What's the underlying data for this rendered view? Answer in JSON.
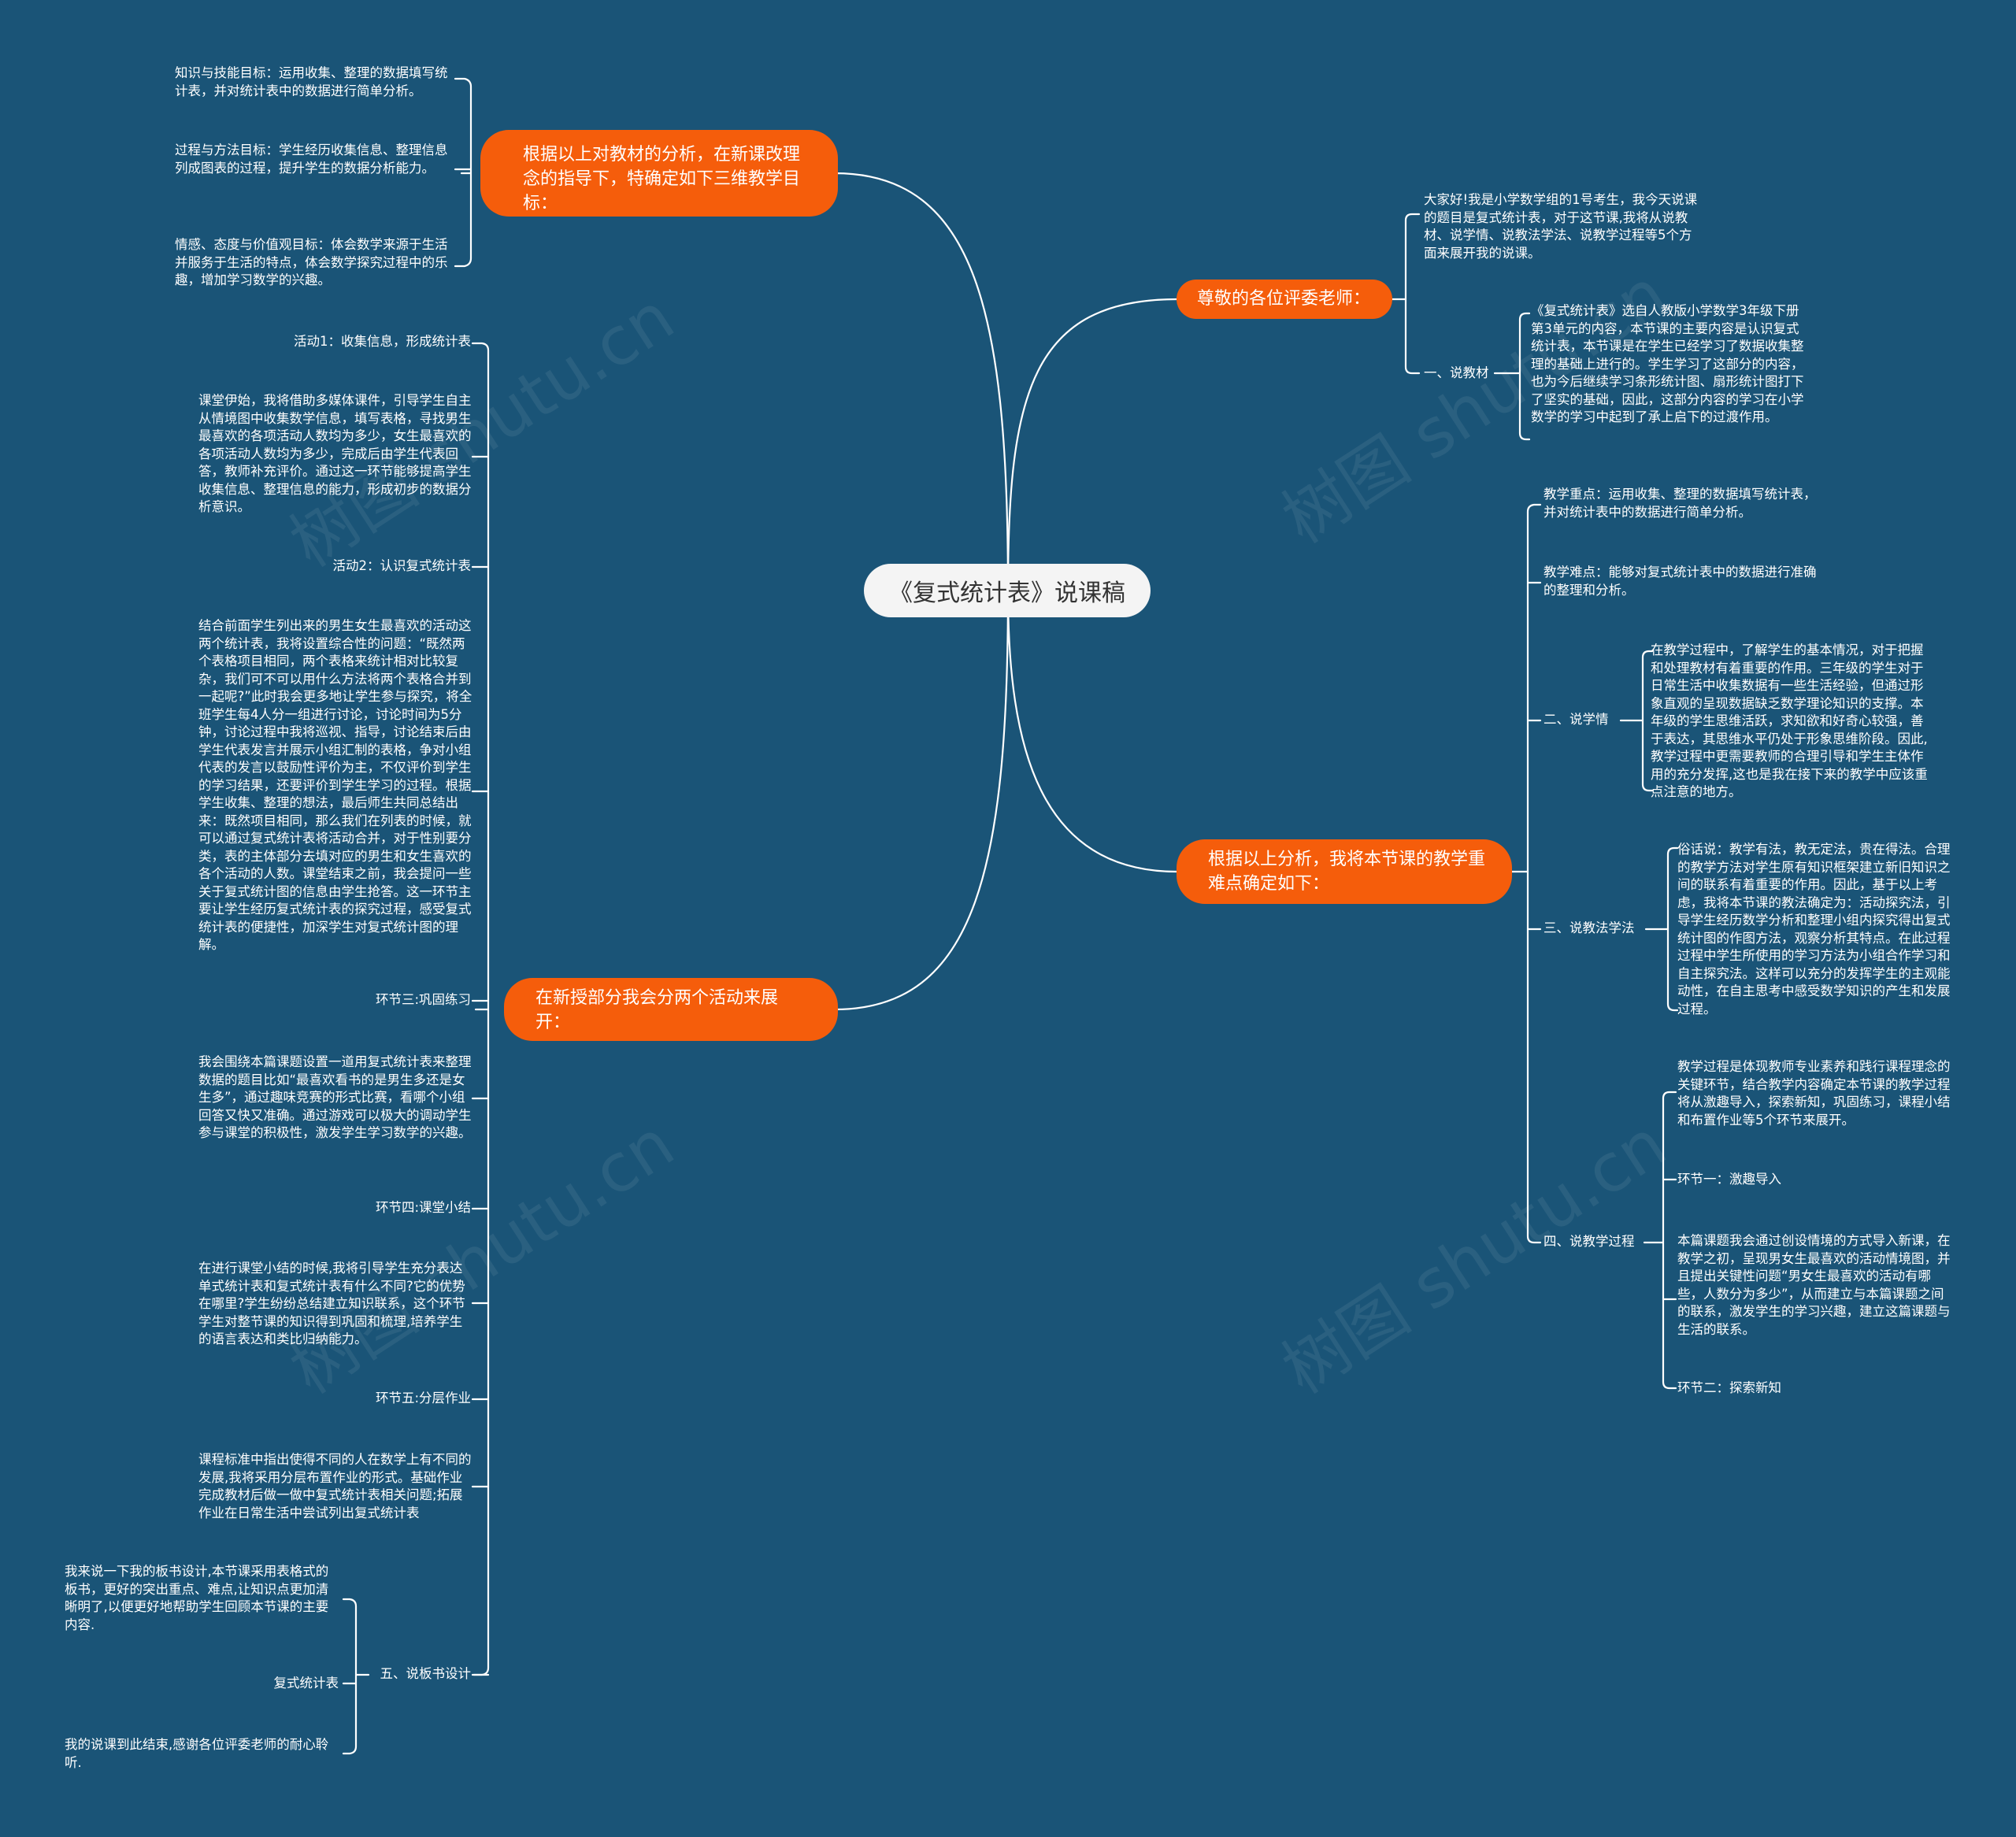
{
  "root": "《复式统计表》说课稿",
  "watermark": "树图 shutu.cn",
  "colors": {
    "background": "#1a5477",
    "topic": "#f55d0b",
    "root": "#f4f4f4",
    "line": "#ffffff",
    "text": "#ffffff"
  },
  "topics": {
    "goals": "根据以上对教材的分析，在新课改理念的指导下，特确定如下三维教学目标：",
    "new_lesson": "在新授部分我会分两个活动来展开：",
    "greeting": "尊敬的各位评委老师：",
    "key_points": "根据以上分析，我将本节课的教学重难点确定如下："
  },
  "goals": {
    "knowledge": "知识与技能目标：运用收集、整理的数据填写统计表，并对统计表中的数据进行简单分析。",
    "process": "过程与方法目标：学生经历收集信息、整理信息列成图表的过程，提升学生的数据分析能力。",
    "emotion": "情感、态度与价值观目标：体会数学来源于生活并服务于生活的特点，体会数学探究过程中的乐趣，增加学习数学的兴趣。"
  },
  "new_lesson": {
    "activity1": "活动1：收集信息，形成统计表",
    "activity1_text": "课堂伊始，我将借助多媒体课件，引导学生自主从情境图中收集数学信息，填写表格，寻找男生最喜欢的各项活动人数均为多少，女生最喜欢的各项活动人数均为多少，完成后由学生代表回答，教师补充评价。通过这一环节能够提高学生收集信息、整理信息的能力，形成初步的数据分析意识。",
    "activity2": "活动2：认识复式统计表",
    "activity2_text": "结合前面学生列出来的男生女生最喜欢的活动这两个统计表，我将设置综合性的问题：“既然两个表格项目相同，两个表格来统计相对比较复杂，我们可不可以用什么方法将两个表格合并到一起呢?”此时我会更多地让学生参与探究，将全班学生每4人分一组进行讨论，讨论时间为5分钟，讨论过程中我将巡视、指导，讨论结束后由学生代表发言并展示小组汇制的表格，争对小组代表的发言以鼓励性评价为主，不仅评价到学生的学习结果，还要评价到学生学习的过程。根据学生收集、整理的想法，最后师生共同总结出来：既然项目相同，那么我们在列表的时候，就可以通过复式统计表将活动合并，对于性别要分类，表的主体部分去填对应的男生和女生喜欢的各个活动的人数。课堂结束之前，我会提问一些关于复式统计图的信息由学生抢答。这一环节主要让学生经历复式统计表的探究过程，感受复式统计表的便捷性，加深学生对复式统计图的理解。",
    "step3": "环节三:巩固练习",
    "step3_text": "我会围绕本篇课题设置一道用复式统计表来整理数据的题目比如“最喜欢看书的是男生多还是女生多”，通过趣味竞赛的形式比赛，看哪个小组回答又快又准确。通过游戏可以极大的调动学生参与课堂的积极性，激发学生学习数学的兴趣。",
    "step4": "环节四:课堂小结",
    "step4_text": "在进行课堂小结的时候,我将引导学生充分表达单式统计表和复式统计表有什么不同?它的优势在哪里?学生纷纷总结建立知识联系，这个环节学生对整节课的知识得到巩固和梳理,培养学生的语言表达和类比归纳能力。",
    "step5": "环节五:分层作业",
    "step5_text": "课程标准中指出使得不同的人在数学上有不同的发展,我将采用分层布置作业的形式。基础作业完成教材后做一做中复式统计表相关问题;拓展作业在日常生活中尝试列出复式统计表",
    "board": "五、说板书设计",
    "board_intro": "我来说一下我的板书设计,本节课采用表格式的板书，更好的突出重点、难点,让知识点更加清晰明了,以便更好地帮助学生回顾本节课的主要内容.",
    "board_title": "复式统计表",
    "board_end": "我的说课到此结束,感谢各位评委老师的耐心聆听."
  },
  "greeting": {
    "intro": "大家好!我是小学数学组的1号考生，我今天说课的题目是复式统计表，对于这节课,我将从说教材、说学情、说教法学法、说教学过程等5个方面来展开我的说课。",
    "material": "一、说教材",
    "material_text": "《复式统计表》选自人教版小学数学3年级下册第3单元的内容，本节课的主要内容是认识复式统计表，本节课是在学生已经学习了数据收集整理的基础上进行的。学生学习了这部分的内容，也为今后继续学习条形统计图、扇形统计图打下了坚实的基础，因此，这部分内容的学习在小学数学的学习中起到了承上启下的过渡作用。"
  },
  "key_points": {
    "key": "教学重点：运用收集、整理的数据填写统计表，并对统计表中的数据进行简单分析。",
    "difficulty": "教学难点：能够对复式统计表中的数据进行准确的整理和分析。",
    "learners": "二、说学情",
    "learners_text": "在教学过程中，了解学生的基本情况，对于把握和处理教材有着重要的作用。三年级的学生对于日常生活中收集数据有一些生活经验，但通过形象直观的呈现数据缺乏数学理论知识的支撑。本年级的学生思维活跃，求知欲和好奇心较强，善于表达，其思维水平仍处于形象思维阶段。因此,教学过程中更需要教师的合理引导和学生主体作用的充分发挥,这也是我在接下来的教学中应该重点注意的地方。",
    "methods": "三、说教法学法",
    "methods_text": "俗话说：教学有法，教无定法，贵在得法。合理的教学方法对学生原有知识框架建立新旧知识之间的联系有着重要的作用。因此，基于以上考虑，我将本节课的教法确定为：活动探究法，引导学生经历数学分析和整理小组内探究得出复式统计图的作图方法，观察分析其特点。在此过程过程中学生所使用的学习方法为小组合作学习和自主探究法。这样可以充分的发挥学生的主观能动性，在自主思考中感受数学知识的产生和发展过程。",
    "process": "四、说教学过程",
    "process_text": "教学过程是体现教师专业素养和践行课程理念的关键环节，结合教学内容确定本节课的教学过程将从激趣导入，探索新知，巩固练习，课程小结和布置作业等5个环节来展开。",
    "step1": "环节一：激趣导入",
    "step1_text": "本篇课题我会通过创设情境的方式导入新课，在教学之初，呈现男女生最喜欢的活动情境图，并且提出关键性问题“男女生最喜欢的活动有哪些，人数分为多少”，从而建立与本篇课题之间的联系，激发学生的学习兴趣，建立这篇课题与生活的联系。",
    "step2": "环节二：探索新知"
  }
}
